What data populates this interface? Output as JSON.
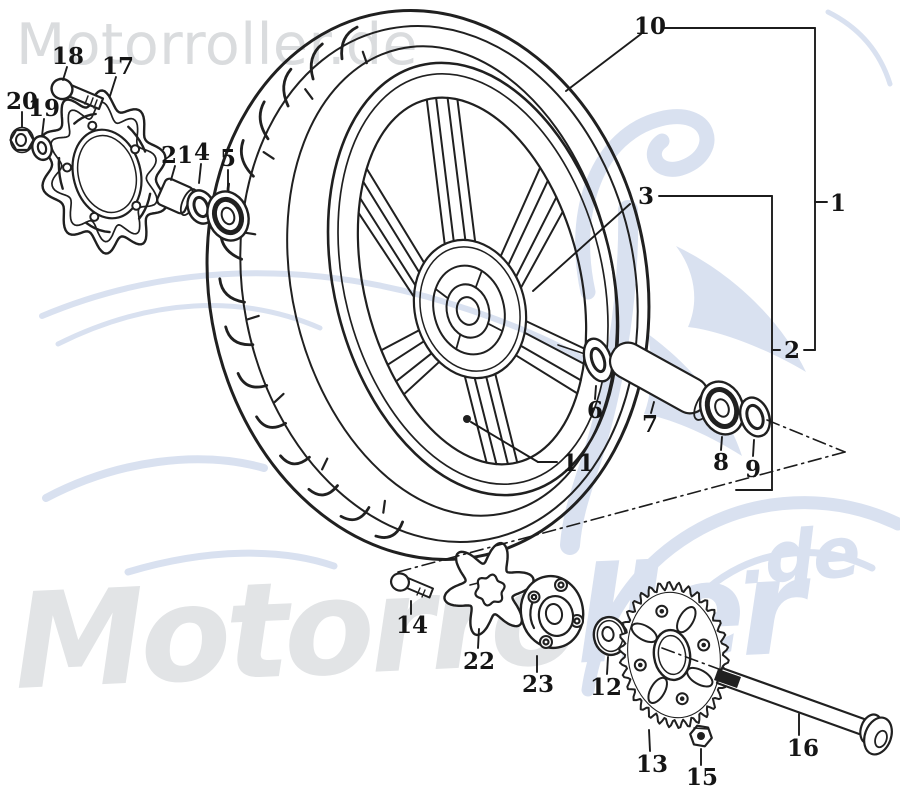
{
  "watermarks": {
    "top": "Motorroller.de",
    "brand_gray": "Motorro",
    "brand_blue": "ller",
    "domain_suffix": ".de"
  },
  "colors": {
    "line_art": "#202020",
    "label_text": "#151515",
    "watermark_gray": "#e2e4e6",
    "watermark_top_gray": "#dadcde",
    "watermark_blue": "#d9e1f0",
    "background": "#ffffff"
  },
  "part_labels": [
    "1",
    "2",
    "3",
    "4",
    "5",
    "6",
    "7",
    "8",
    "9",
    "10",
    "11",
    "12",
    "13",
    "14",
    "15",
    "16",
    "17",
    "18",
    "19",
    "20",
    "21",
    "22",
    "23"
  ]
}
